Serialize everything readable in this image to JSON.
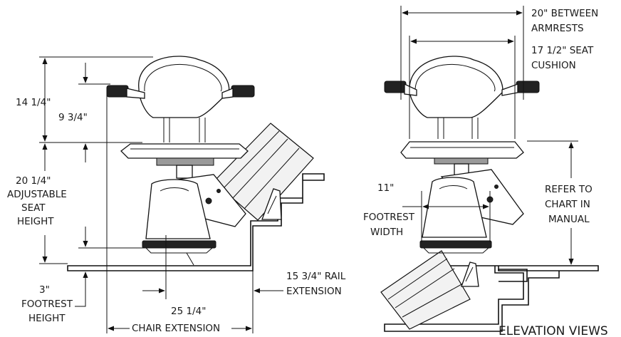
{
  "labels": {
    "seat_back_height": "14 1/4\"",
    "armrest_height": "9 3/4\"",
    "seat_height_value": "20 1/4\"",
    "seat_height_line2": "ADJUSTABLE",
    "seat_height_line3": "SEAT",
    "seat_height_line4": "HEIGHT",
    "footrest_height_value": "3\"",
    "footrest_height_line2": "FOOTREST",
    "footrest_height_line3": "HEIGHT",
    "chair_extension_value": "25 1/4\"",
    "chair_extension_line2": "CHAIR EXTENSION",
    "rail_extension_line1": "15 3/4\" RAIL",
    "rail_extension_line2": "EXTENSION",
    "between_armrests_line1": "20\" BETWEEN",
    "between_armrests_line2": "ARMRESTS",
    "seat_cushion_line1": "17 1/2\" SEAT",
    "seat_cushion_line2": "CUSHION",
    "footrest_width_line1": "11\"",
    "footrest_width_line2": "FOOTREST",
    "footrest_width_line3": "WIDTH",
    "refer_line1": "REFER TO",
    "refer_line2": "CHART IN",
    "refer_line3": "MANUAL",
    "view_title": "ELEVATION VIEWS"
  }
}
